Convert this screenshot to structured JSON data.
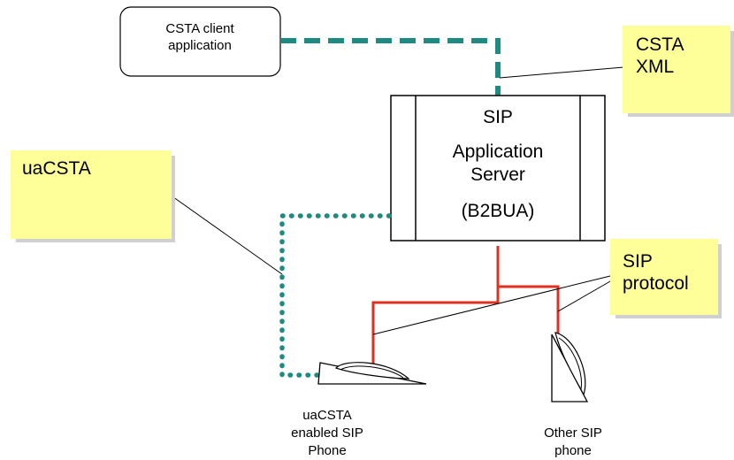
{
  "client_box": {
    "line1": "CSTA client",
    "line2": "application"
  },
  "server_box": {
    "title": "SIP",
    "line1": "Application",
    "line2": "Server",
    "line3": "(B2BUA)"
  },
  "notes": {
    "csta_xml": {
      "line1": "CSTA",
      "line2": "XML"
    },
    "uacsta": {
      "line1": "uaCSTA"
    },
    "sip_protocol": {
      "line1": "SIP",
      "line2": "protocol"
    }
  },
  "phones": {
    "uacsta_phone": {
      "line1": "uaCSTA",
      "line2": "enabled SIP",
      "line3": "Phone"
    },
    "other_phone": {
      "line1": "Other SIP",
      "line2": "phone"
    }
  },
  "colors": {
    "note_fill": "#ffff99",
    "note_shadow": "#d0d0d0",
    "csta_link": "#1e8b82",
    "sip_link": "#e03020",
    "outline": "#000000"
  }
}
